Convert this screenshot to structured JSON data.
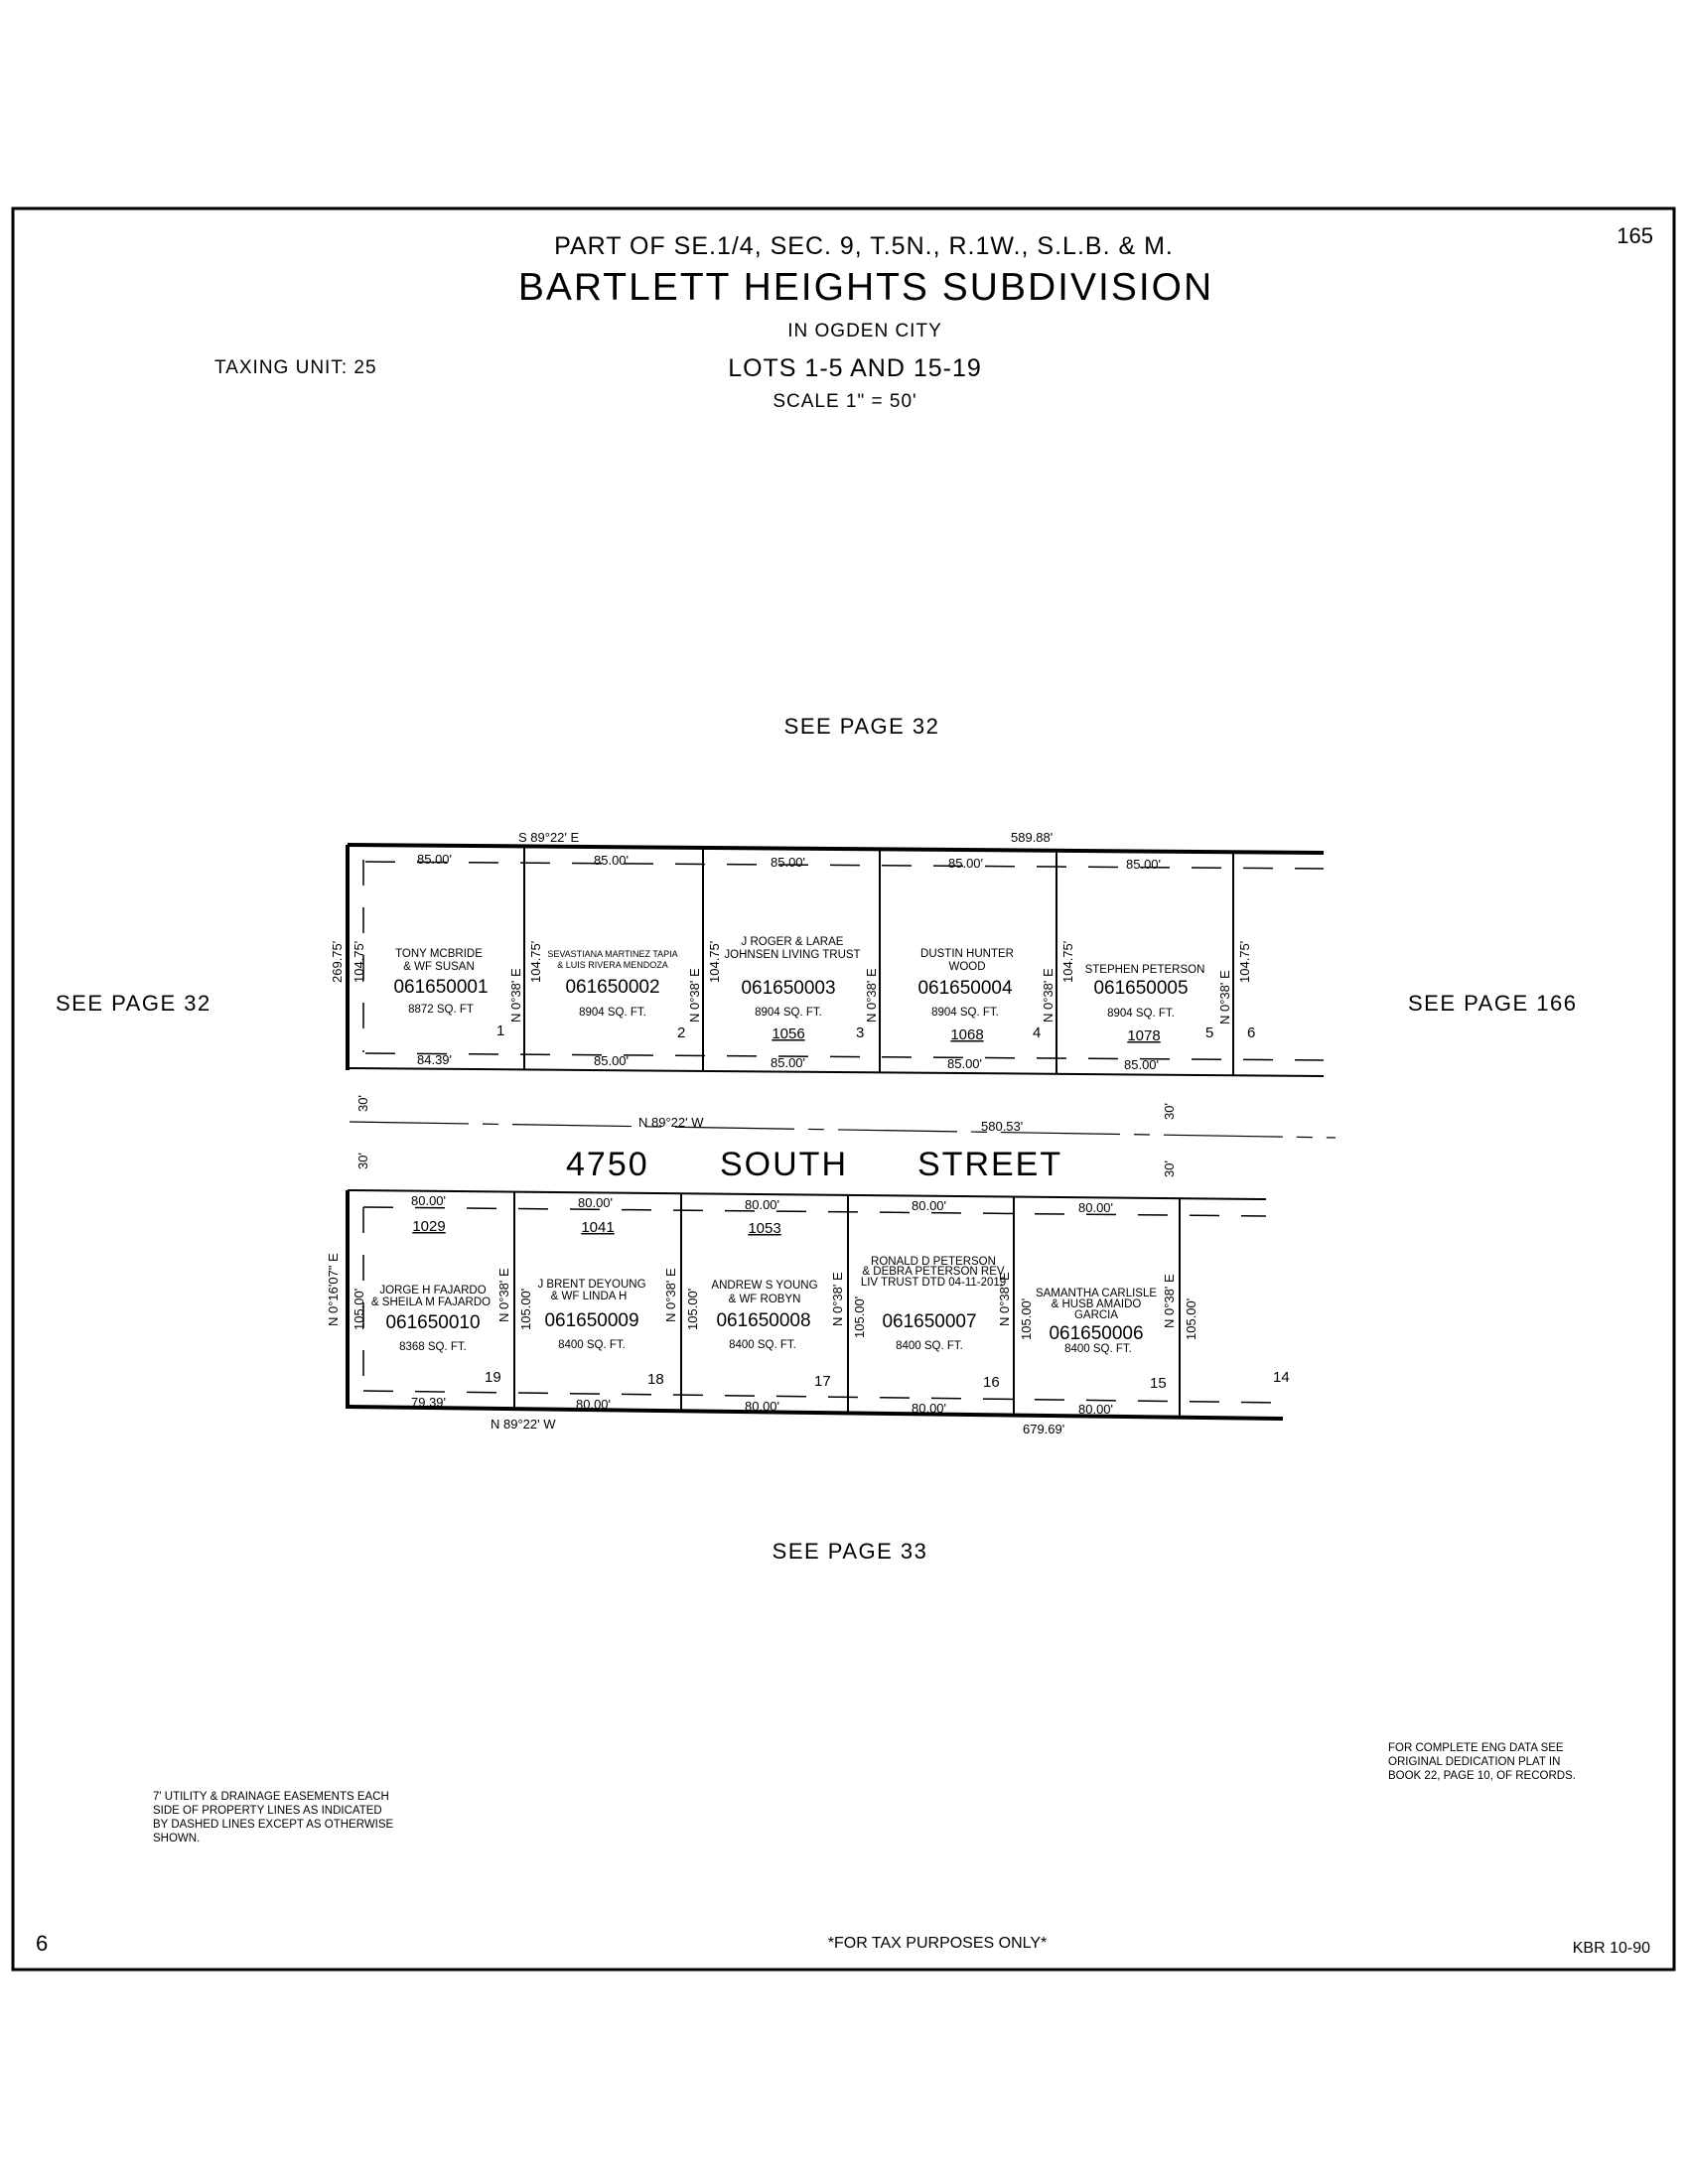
{
  "page_number": "165",
  "prior_page": "6",
  "header": {
    "location": "PART OF SE.1/4, SEC. 9, T.5N., R.1W., S.L.B. & M.",
    "title": "BARTLETT HEIGHTS SUBDIVISION",
    "city": "IN OGDEN CITY",
    "lots": "LOTS 1-5 AND 15-19",
    "scale": "SCALE 1\" = 50'",
    "taxing_unit": "TAXING UNIT: 25"
  },
  "see_pages": {
    "north": "SEE PAGE 32",
    "west": "SEE PAGE 32",
    "east": "SEE PAGE 166",
    "south": "SEE PAGE 33"
  },
  "street": {
    "number": "4750",
    "word1": "SOUTH",
    "word2": "STREET",
    "bearing": "N 89°22' W",
    "length": "580.53'",
    "half_width": "30'"
  },
  "north_block": {
    "bearing": "S 89°22' E",
    "length": "589.88'",
    "west_depth": "269.75'",
    "lots": [
      {
        "lot": "1",
        "owner": [
          "TONY MCBRIDE",
          "& WF SUSAN"
        ],
        "parcel": "061650001",
        "sqft": "8872 SQ. FT",
        "address": "",
        "front": "85.00'",
        "back": "84.39'",
        "depth": "104.75'",
        "side_bearing": "N 0°38' E"
      },
      {
        "lot": "2",
        "owner": [
          "SEVASTIANA MARTINEZ TAPIA",
          "& LUIS RIVERA MENDOZA"
        ],
        "parcel": "061650002",
        "sqft": "8904 SQ. FT.",
        "address": "",
        "front": "85.00'",
        "back": "85.00'",
        "depth": "104.75'",
        "side_bearing": "N 0°38' E"
      },
      {
        "lot": "3",
        "owner": [
          "J ROGER & LARAE",
          "JOHNSEN LIVING TRUST"
        ],
        "parcel": "061650003",
        "sqft": "8904 SQ. FT.",
        "address": "1056",
        "front": "85.00'",
        "back": "85.00'",
        "depth": "104.75'",
        "side_bearing": "N 0°38' E"
      },
      {
        "lot": "4",
        "owner": [
          "DUSTIN HUNTER",
          "WOOD"
        ],
        "parcel": "061650004",
        "sqft": "8904 SQ. FT.",
        "address": "1068",
        "front": "85.00'",
        "back": "85.00'",
        "depth": "104.75'",
        "side_bearing": "N 0°38' E"
      },
      {
        "lot": "5",
        "owner": [
          "STEPHEN PETERSON"
        ],
        "parcel": "061650005",
        "sqft": "8904 SQ. FT.",
        "address": "1078",
        "front": "85.00'",
        "back": "85.00'",
        "depth": "104.75'",
        "side_bearing": "N 0°38' E"
      }
    ],
    "adjacent_lot": "6"
  },
  "south_block": {
    "bearing": "N 89°22' W",
    "length": "679.69'",
    "west_bearing": "N 0°16'07\" E",
    "lots": [
      {
        "lot": "19",
        "owner": [
          "JORGE H FAJARDO",
          "& SHEILA M FAJARDO"
        ],
        "parcel": "061650010",
        "sqft": "8368 SQ. FT.",
        "address": "1029",
        "front": "80.00'",
        "back": "79.39'",
        "depth": "105.00'",
        "side_bearing": "N 0°38' E"
      },
      {
        "lot": "18",
        "owner": [
          "J BRENT DEYOUNG",
          "& WF LINDA H"
        ],
        "parcel": "061650009",
        "sqft": "8400 SQ. FT.",
        "address": "1041",
        "front": "80.00'",
        "back": "80.00'",
        "depth": "105.00'",
        "side_bearing": "N 0°38' E"
      },
      {
        "lot": "17",
        "owner": [
          "ANDREW S YOUNG",
          "& WF ROBYN"
        ],
        "parcel": "061650008",
        "sqft": "8400 SQ. FT.",
        "address": "1053",
        "front": "80.00'",
        "back": "80.00'",
        "depth": "105.00'",
        "side_bearing": "N 0°38' E"
      },
      {
        "lot": "16",
        "owner": [
          "RONALD D PETERSON",
          "& DEBRA PETERSON REV",
          "LIV TRUST DTD 04-11-2019"
        ],
        "parcel": "061650007",
        "sqft": "8400 SQ. FT.",
        "address": "",
        "front": "80.00'",
        "back": "80.00'",
        "depth": "105.00'",
        "side_bearing": "N 0°38' E"
      },
      {
        "lot": "15",
        "owner": [
          "SAMANTHA CARLISLE",
          "& HUSB AMAIDO",
          "GARCIA"
        ],
        "parcel": "061650006",
        "sqft": "8400 SQ. FT.",
        "address": "",
        "front": "80.00'",
        "back": "80.00'",
        "depth": "105.00'",
        "side_bearing": "N 0°38' E"
      }
    ],
    "adjacent_lot": "14"
  },
  "notes": {
    "easement": [
      "7' UTILITY & DRAINAGE EASEMENTS EACH",
      "SIDE OF PROPERTY LINES AS INDICATED",
      "BY DASHED LINES EXCEPT AS OTHERWISE",
      "SHOWN."
    ],
    "eng_data": [
      "FOR COMPLETE ENG DATA SEE",
      "ORIGINAL DEDICATION PLAT IN",
      "BOOK 22, PAGE 10, OF RECORDS."
    ],
    "tax": "*FOR TAX PURPOSES ONLY*",
    "revision": "KBR 10-90"
  }
}
